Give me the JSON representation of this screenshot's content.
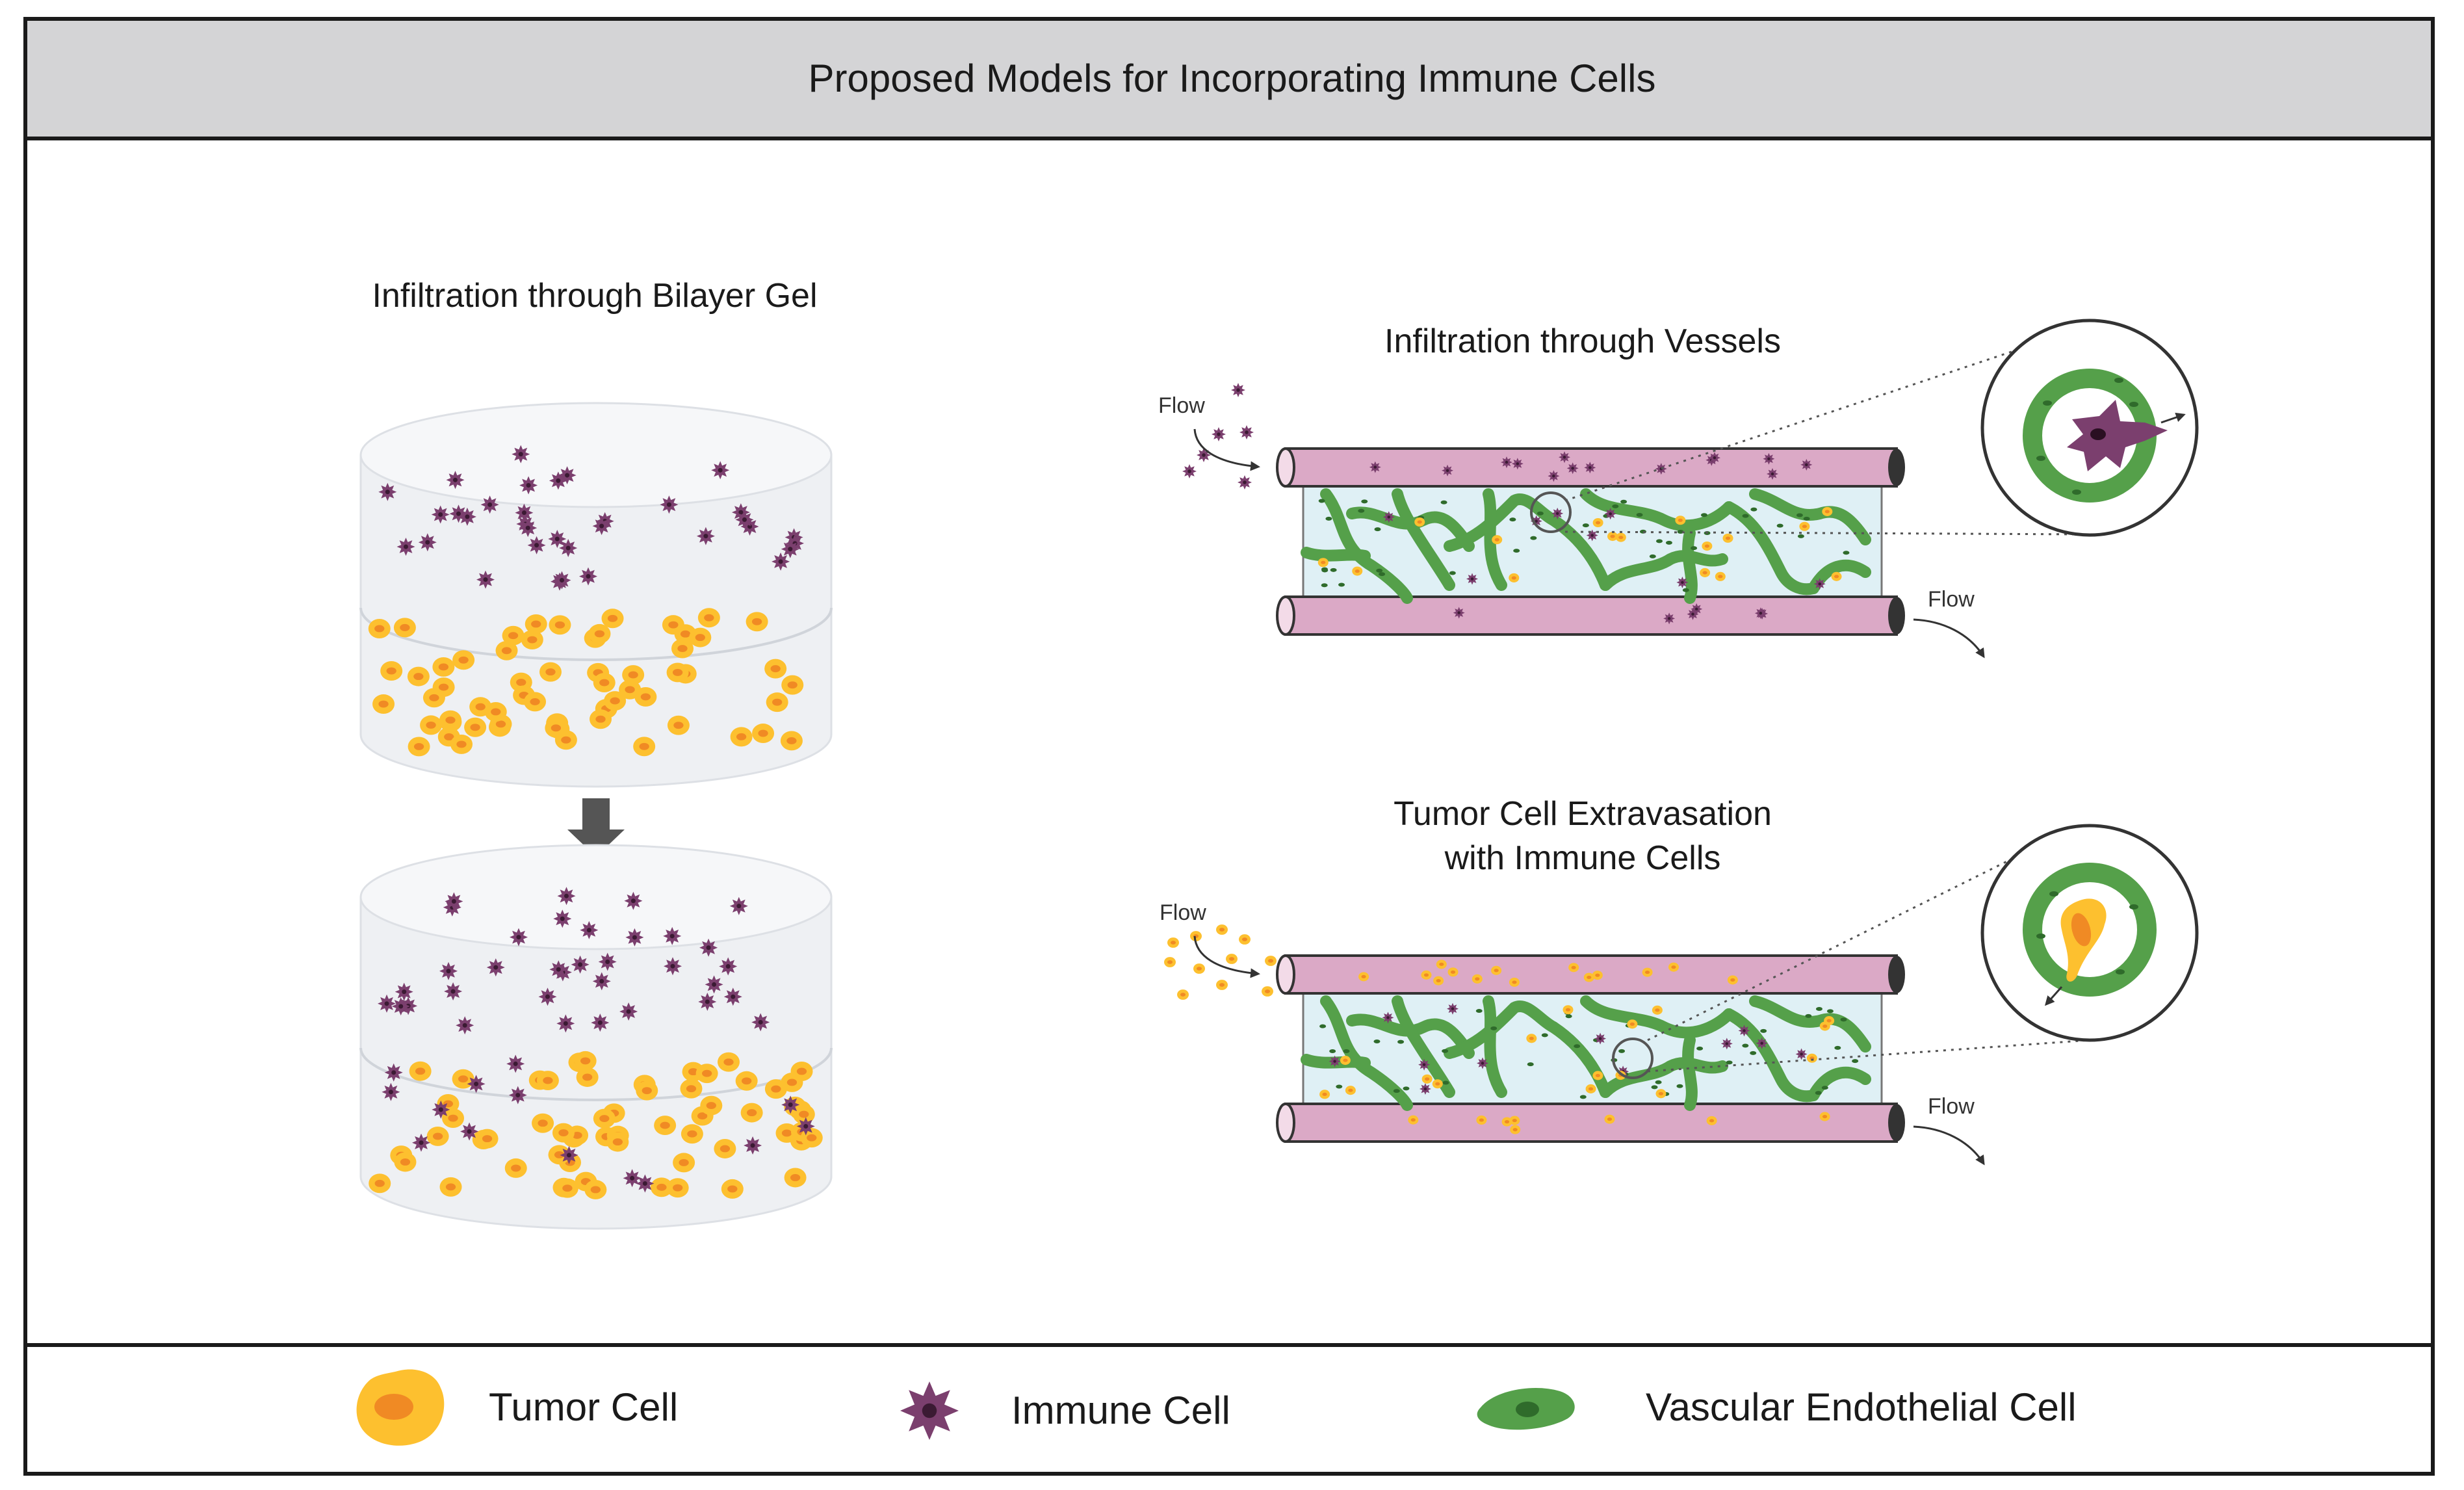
{
  "title": "Proposed Models for Incorporating Immune Cells",
  "panels": {
    "bilayer": {
      "title": "Infiltration through Bilayer Gel"
    },
    "vessels": {
      "title": "Infiltration through Vessels",
      "flow_in": "Flow",
      "flow_out": "Flow"
    },
    "extravasation": {
      "title_line1": "Tumor Cell Extravasation",
      "title_line2": "with Immune Cells",
      "flow_in": "Flow",
      "flow_out": "Flow"
    }
  },
  "legend": {
    "tumor": "Tumor Cell",
    "immune": "Immune Cell",
    "endothelial": "Vascular Endothelial Cell"
  },
  "colors": {
    "tumor": "#fdc02f",
    "tumor_nucleus": "#f08a24",
    "immune": "#7b3f6e",
    "immune_nucleus": "#3b1a33",
    "endothelial": "#55a04a",
    "endothelial_nucleus": "#2f6b2b",
    "vessel_tube": "#dba9c6",
    "chamber": "#dff0f5",
    "gel": "#eef0f3",
    "header": "#d4d4d6",
    "arrow": "#555555"
  }
}
